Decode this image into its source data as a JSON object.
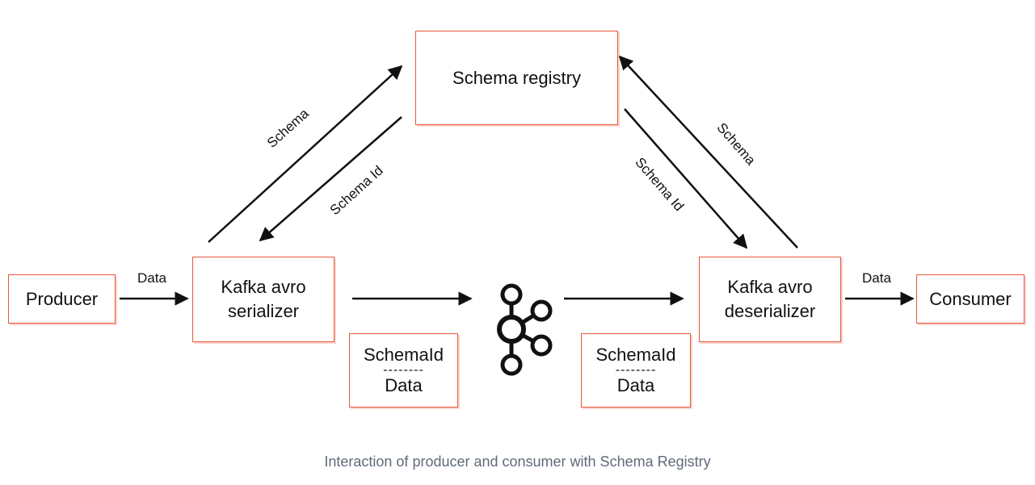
{
  "nodes": {
    "schema_registry": "Schema registry",
    "producer": "Producer",
    "serializer_line1": "Kafka avro",
    "serializer_line2": "serializer",
    "deserializer_line1": "Kafka avro",
    "deserializer_line2": "deserializer",
    "consumer": "Consumer"
  },
  "messages": [
    {
      "top": "SchemaId",
      "sep": "--------",
      "bottom": "Data"
    },
    {
      "top": "SchemaId",
      "sep": "--------",
      "bottom": "Data"
    }
  ],
  "edge_labels": {
    "producer_data": "Data",
    "consumer_data": "Data",
    "ser_schema": "Schema",
    "ser_schema_id": "Schema Id",
    "deser_schema": "Schema",
    "deser_schema_id": "Schema Id"
  },
  "icons": {
    "broker": "kafka-logo-icon"
  },
  "colors": {
    "box_border": "#e8573a",
    "arrow": "#111111",
    "caption": "#5f6b7a"
  },
  "caption": "Interaction of producer and consumer with Schema Registry"
}
